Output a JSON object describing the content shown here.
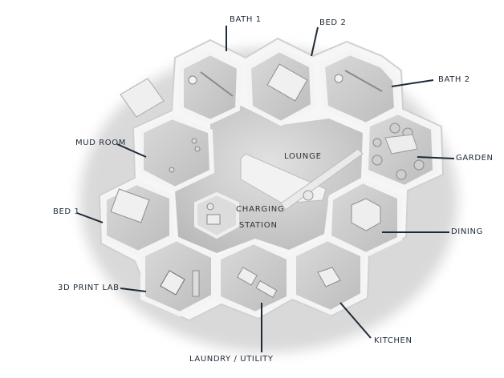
{
  "rooms": {
    "bath1": "BATH 1",
    "bed2": "BED 2",
    "bath2": "BATH 2",
    "mud_room": "MUD ROOM",
    "garden": "GARDEN",
    "lounge": "LOUNGE",
    "bed1": "BED 1",
    "charging_station_line1": "CHARGING",
    "charging_station_line2": "STATION",
    "dining": "DINING",
    "print_lab": "3D PRINT LAB",
    "laundry": "LAUNDRY / UTILITY",
    "kitchen": "KITCHEN"
  },
  "colors": {
    "leader_line": "#1f2a36",
    "wall": "#f4f4f4",
    "floor": "#cfcfcf",
    "shadow": "#9a9a9a"
  }
}
